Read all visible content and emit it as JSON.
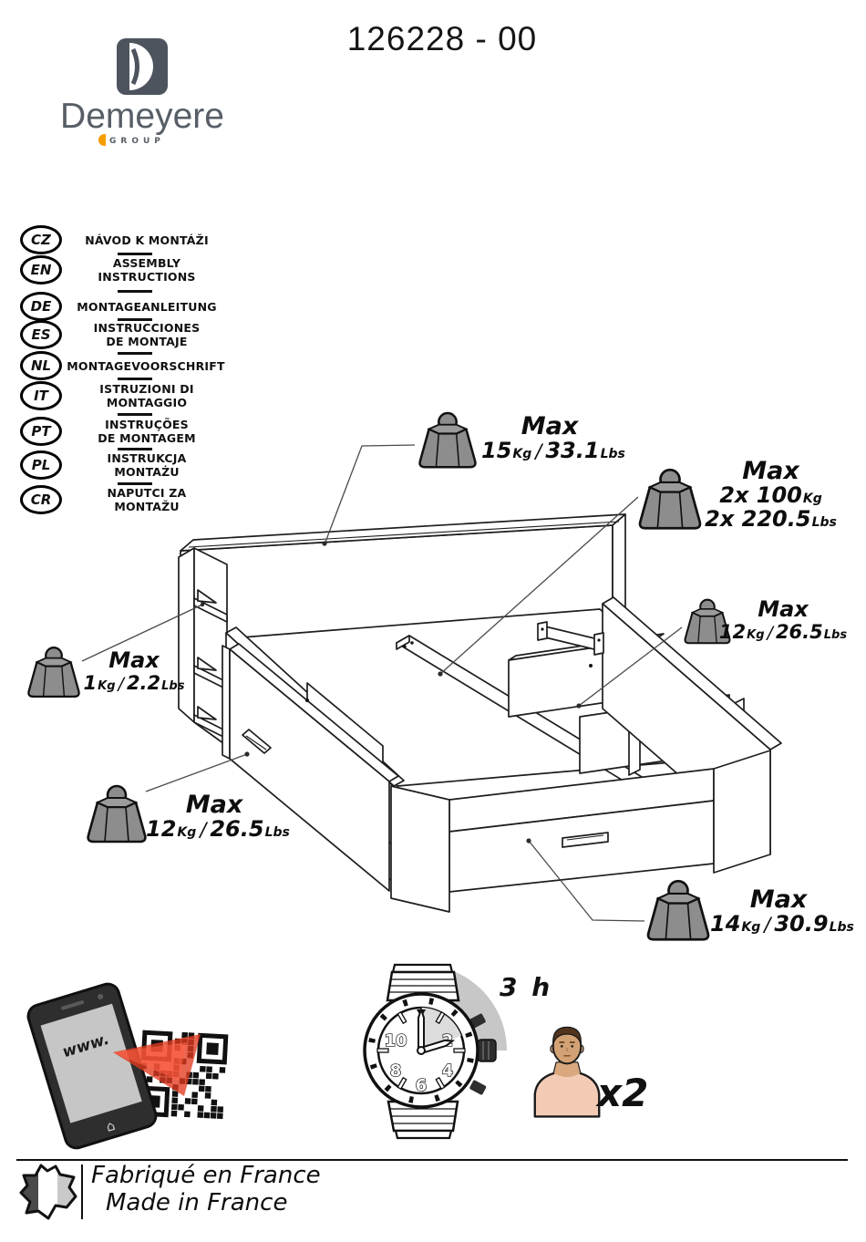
{
  "title": {
    "part_number": "126228 - 00"
  },
  "brand": {
    "name": "Demeyere",
    "group": "GROUP"
  },
  "languages": [
    {
      "code": "CZ",
      "line1": "NÁVOD K MONTÁŽI"
    },
    {
      "code": "EN",
      "line1": "ASSEMBLY",
      "line2": "INSTRUCTIONS"
    },
    {
      "code": "DE",
      "line1": "MONTAGEANLEITUNG"
    },
    {
      "code": "ES",
      "line1": "INSTRUCCIONES",
      "line2": "DE MONTAJE"
    },
    {
      "code": "NL",
      "line1": "MONTAGEVOORSCHRIFT"
    },
    {
      "code": "IT",
      "line1": "ISTRUZIONI DI",
      "line2": "MONTAGGIO"
    },
    {
      "code": "PT",
      "line1": "INSTRUÇÕES",
      "line2": "DE MONTAGEM"
    },
    {
      "code": "PL",
      "line1": "INSTRUKCJA",
      "line2": "MONTAŻU"
    },
    {
      "code": "CR",
      "line1": "NAPUTCI ZA",
      "line2": "MONTAŽU"
    }
  ],
  "weight_limits": {
    "headboard_shelf": {
      "max": "Max",
      "kg": "15",
      "kg_unit": "Kg",
      "sep": "/",
      "lbs": "33.1",
      "lbs_unit": "Lbs"
    },
    "bed_base": {
      "max": "Max",
      "kg": "2x 100",
      "kg_unit": "Kg",
      "lbs": "2x 220.5",
      "lbs_unit": "Lbs"
    },
    "inner_compartment": {
      "max": "Max",
      "kg": "12",
      "kg_unit": "Kg",
      "sep": "/",
      "lbs": "26.5",
      "lbs_unit": "Lbs"
    },
    "headboard_niche": {
      "max": "Max",
      "kg": "1",
      "kg_unit": "Kg",
      "sep": "/",
      "lbs": "2.2",
      "lbs_unit": "Lbs"
    },
    "side_drawer": {
      "max": "Max",
      "kg": "12",
      "kg_unit": "Kg",
      "sep": "/",
      "lbs": "26.5",
      "lbs_unit": "Lbs"
    },
    "front_drawer": {
      "max": "Max",
      "kg": "14",
      "kg_unit": "Kg",
      "sep": "/",
      "lbs": "30.9",
      "lbs_unit": "Lbs"
    }
  },
  "assembly": {
    "duration": "3 h",
    "people": "x2"
  },
  "watch": {
    "n10": "10",
    "n2": "2",
    "n4": "4",
    "n6": "6",
    "n8": "8"
  },
  "phone": {
    "screen": "www."
  },
  "footer": {
    "line1": "Fabriqué en France",
    "line2": "Made in France"
  },
  "colors": {
    "logo_gray": "#575e66",
    "accent_orange": "#f59e00",
    "weight_gray": "#8d8d8d",
    "scan_red": "#e23b20",
    "pie_gray": "#bdbdbd"
  }
}
